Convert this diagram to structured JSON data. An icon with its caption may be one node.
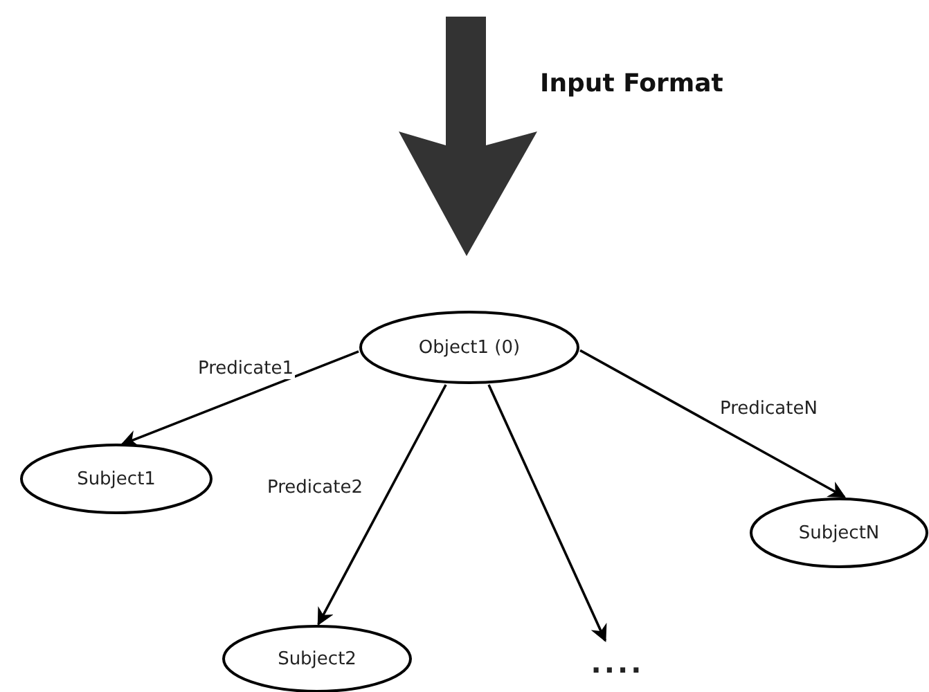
{
  "diagram": {
    "nodes": [
      {
        "text": [
          "Object1 (0)"
        ]
      },
      {
        "text": [
          "Subject1"
        ]
      },
      {
        "text": [
          "SubjectN"
        ]
      },
      {
        "text": [
          "Subject2"
        ]
      },
      {
        "text": [
          "...."
        ]
      }
    ],
    "edges": [
      {
        "from": 0,
        "to": 1,
        "arrow": "to",
        "label": "Predicate1"
      },
      {
        "from": 0,
        "to": 3,
        "arrow": "to",
        "label": "Predicate2"
      },
      {
        "from": 0,
        "to": 4,
        "arrow": "to"
      },
      {
        "from": 0,
        "to": 2,
        "arrow": "to",
        "label": "PredicateN"
      }
    ],
    "labels": [
      "Input Format"
    ]
  }
}
